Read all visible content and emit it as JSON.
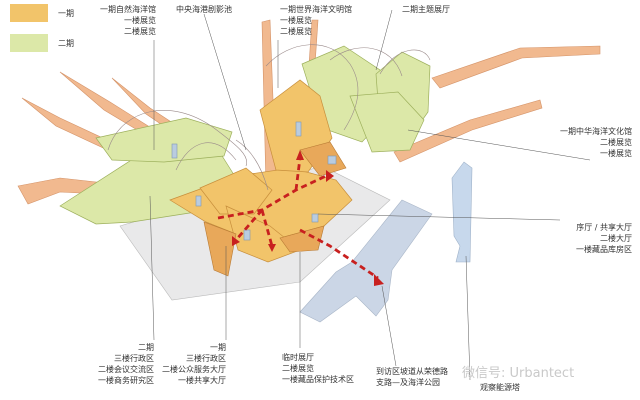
{
  "legend": [
    {
      "label": "一期",
      "color": "#f2c46a"
    },
    {
      "label": "二期",
      "color": "#dce8a8"
    }
  ],
  "labels": {
    "top_left": [
      "一期自然海洋馆",
      "一楼展览",
      "二楼展览"
    ],
    "top_center": [
      "中央海港剧影池"
    ],
    "top_world": [
      "一期世界海洋文明馆",
      "一楼展览",
      "二楼展览"
    ],
    "top_theme": [
      "二期主题展厅"
    ],
    "right_top": [
      "一期中华海洋文化馆",
      "二楼展览",
      "一楼展览"
    ],
    "right_mid": [
      "序厅 / 共享大厅",
      "二楼大厅",
      "一楼藏品库房区"
    ],
    "bottom_1": [
      "二期",
      "三楼行政区",
      "二楼会议交流区",
      "一楼商务研究区"
    ],
    "bottom_2": [
      "一期",
      "三楼行政区",
      "二楼公众服务大厅",
      "一楼共享大厅"
    ],
    "bottom_3": [
      "临时展厅",
      "二楼展览",
      "一楼藏品保护技术区"
    ],
    "bottom_4": [
      "到访区坡道从荣德路",
      "支路—及海洋公园"
    ],
    "bottom_5": [
      "观察能源塔"
    ]
  },
  "watermark": "微信号: Urbantect"
}
